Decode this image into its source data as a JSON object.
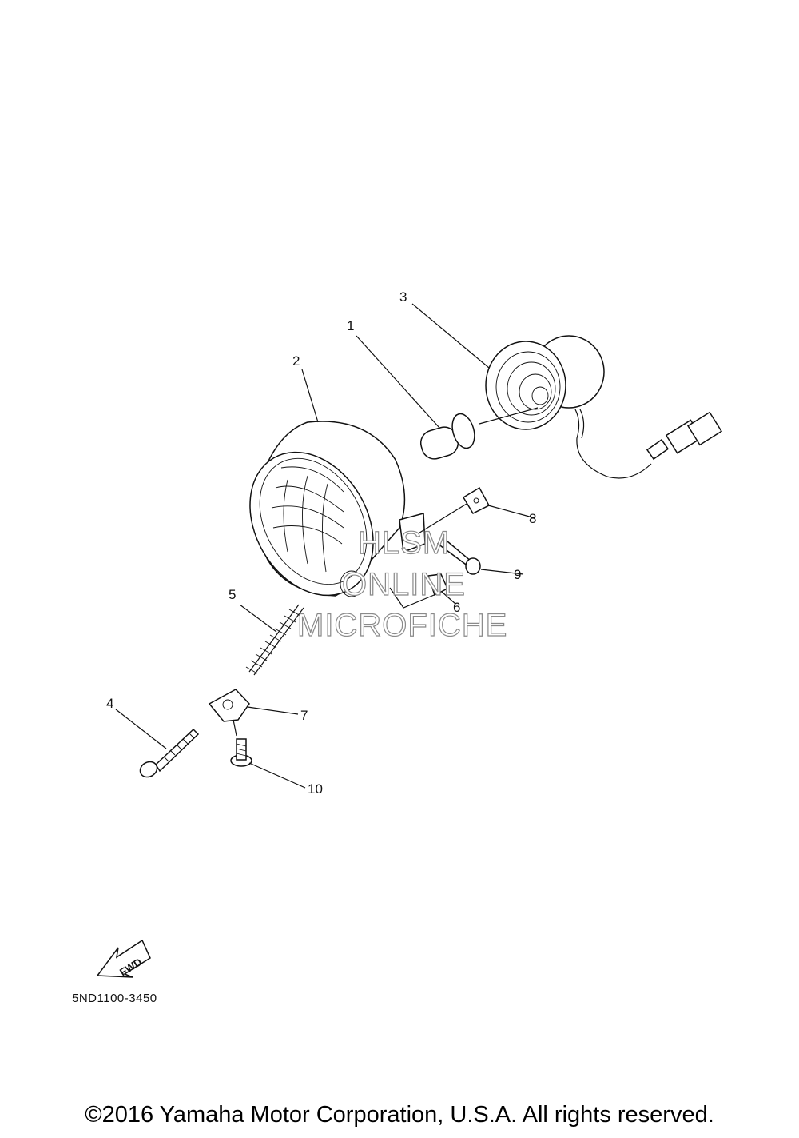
{
  "callouts": {
    "c1": "1",
    "c2": "2",
    "c3": "3",
    "c4": "4",
    "c5": "5",
    "c6": "6",
    "c7": "7",
    "c8": "8",
    "c9": "9",
    "c10": "10"
  },
  "watermark": {
    "line1": "HLSM",
    "line2": "ONLINE",
    "line3": "MICROFICHE"
  },
  "fwd_label": "FWD",
  "diagram_code": "5ND1100-3450",
  "copyright": "©2016 Yamaha Motor Corporation, U.S.A. All rights reserved."
}
